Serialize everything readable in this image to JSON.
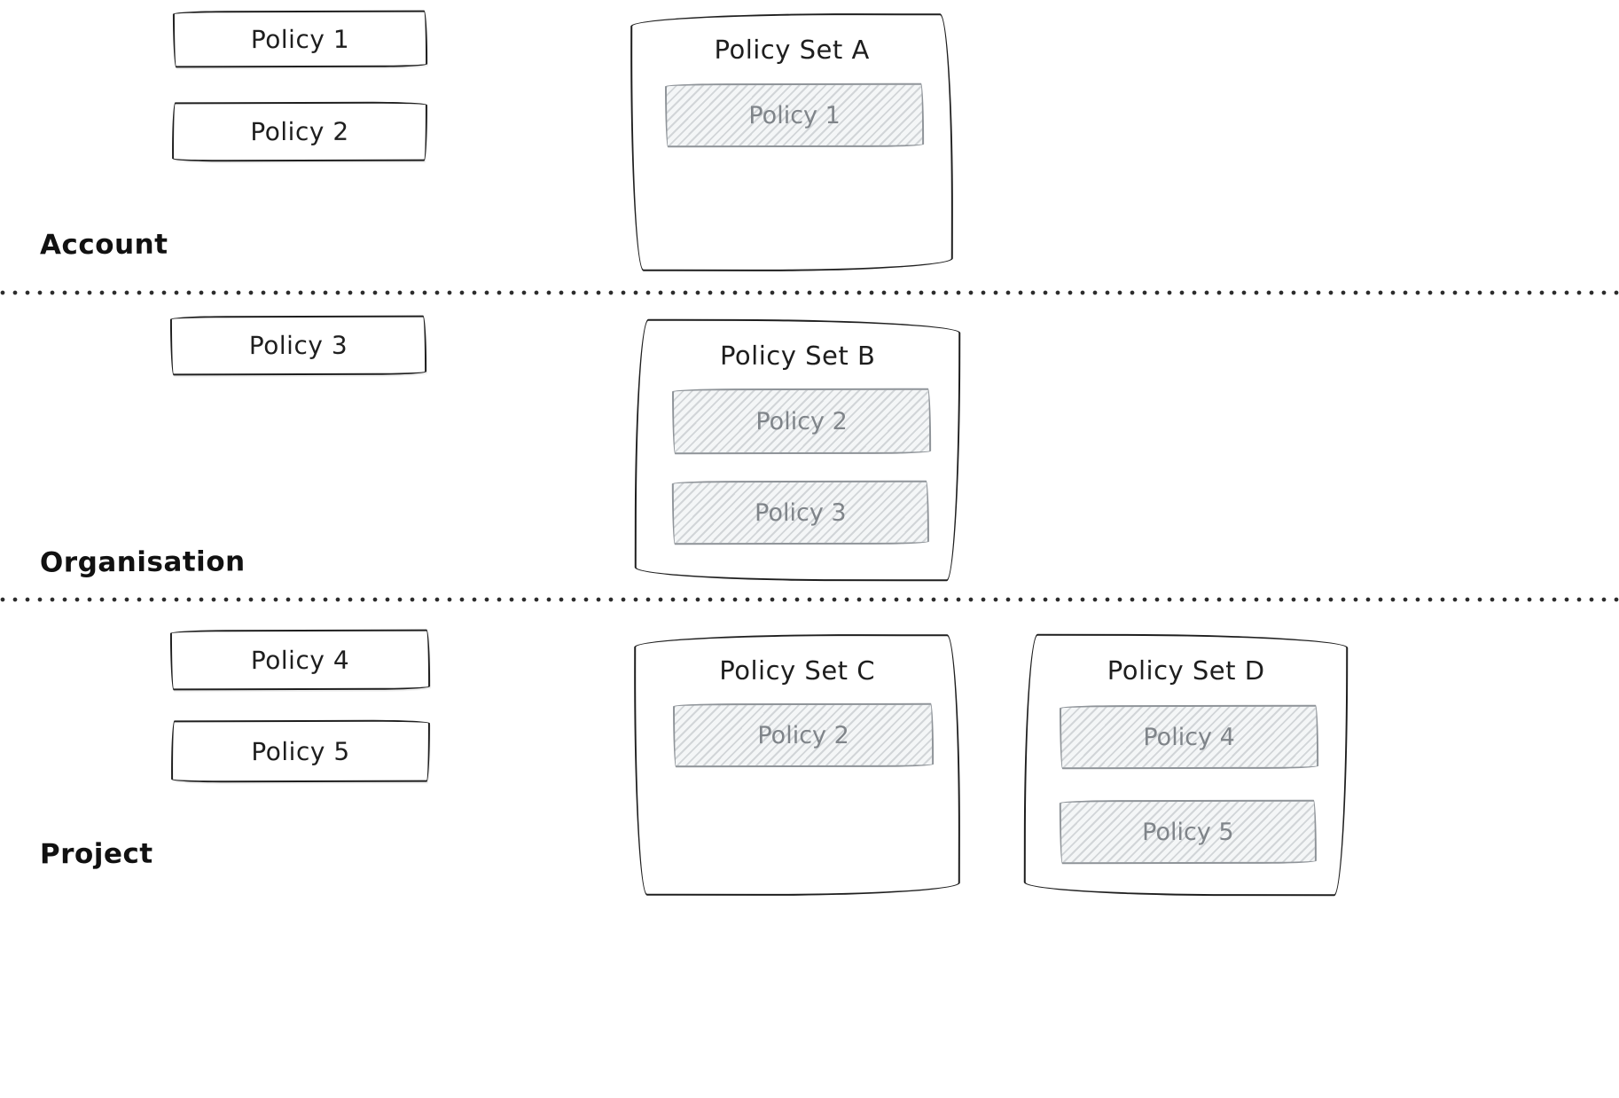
{
  "style": {
    "ink_color": "#1e1e1e",
    "muted_member_color": "#7f8489",
    "background": "#ffffff"
  },
  "lanes": [
    {
      "label": "Account",
      "policies": [
        "Policy 1",
        "Policy 2"
      ],
      "sets": [
        {
          "title": "Policy Set A",
          "members": [
            "Policy 1"
          ]
        }
      ]
    },
    {
      "label": "Organisation",
      "policies": [
        "Policy 3"
      ],
      "sets": [
        {
          "title": "Policy Set B",
          "members": [
            "Policy 2",
            "Policy 3"
          ]
        }
      ]
    },
    {
      "label": "Project",
      "policies": [
        "Policy 4",
        "Policy 5"
      ],
      "sets": [
        {
          "title": "Policy Set C",
          "members": [
            "Policy 2"
          ]
        },
        {
          "title": "Policy Set D",
          "members": [
            "Policy 4",
            "Policy 5"
          ]
        }
      ]
    }
  ]
}
